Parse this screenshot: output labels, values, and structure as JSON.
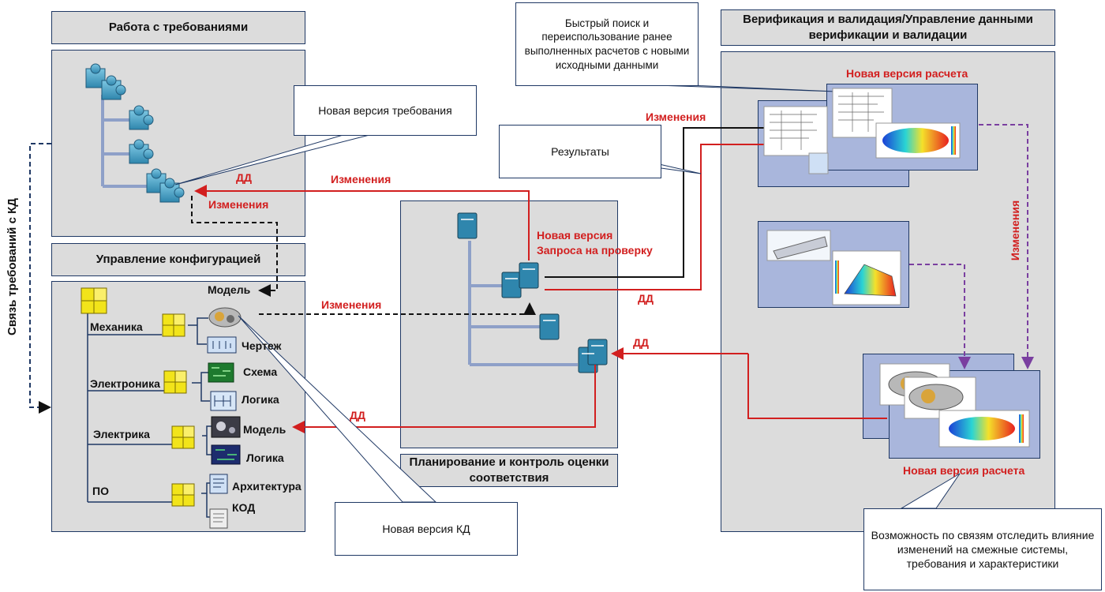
{
  "panels": {
    "requirements_title": "Работа с требованиями",
    "config_title": "Управление конфигурацией",
    "planning_title": "Планирование и контроль оценки соответствия",
    "vv_title": "Верификация и валидация/Управление данными верификации и валидации"
  },
  "left_axis_label": "Связь требований с КД",
  "notes": {
    "new_requirement": "Новая версия требования",
    "results": "Результаты",
    "fast_search": "Быстрый поиск и переиспользование ранее выполненных расчетов с новыми исходными данными",
    "new_kd": "Новая версия КД",
    "impact": "Возможность по связям отследить влияние изменений на смежные системы, требования и характеристики"
  },
  "config_tree": {
    "model_top": "Модель",
    "mechanics": "Механика",
    "drawing": "Чертеж",
    "electronics": "Электроника",
    "schema": "Схема",
    "logic1": "Логика",
    "electrics": "Электрика",
    "model2": "Модель",
    "logic2": "Логика",
    "software": "ПО",
    "architecture": "Архитектура",
    "code": "КОД"
  },
  "red_labels": {
    "dd_req": "ДД",
    "changes_req": "Изменения",
    "changes_top": "Изменения",
    "changes_vv": "Изменения",
    "changes_model": "Изменения",
    "new_version_request_1": "Новая версия",
    "new_version_request_2": "Запроса на проверку",
    "dd_mid": "ДД",
    "dd_right": "ДД",
    "dd_bottom": "ДД",
    "new_calc_top": "Новая версия расчета",
    "new_calc_bottom": "Новая версия расчета",
    "changes_vertical": "Изменения"
  },
  "colors": {
    "panel_fill": "#dcdcdc",
    "panel_border": "#1f3864",
    "red": "#d21f1f",
    "tree_line": "#8ea0c8",
    "puzzle": "#4aa3c8",
    "cube": "#f2e41a",
    "card": "#a9b6dc",
    "purple": "#7a3fa0"
  }
}
